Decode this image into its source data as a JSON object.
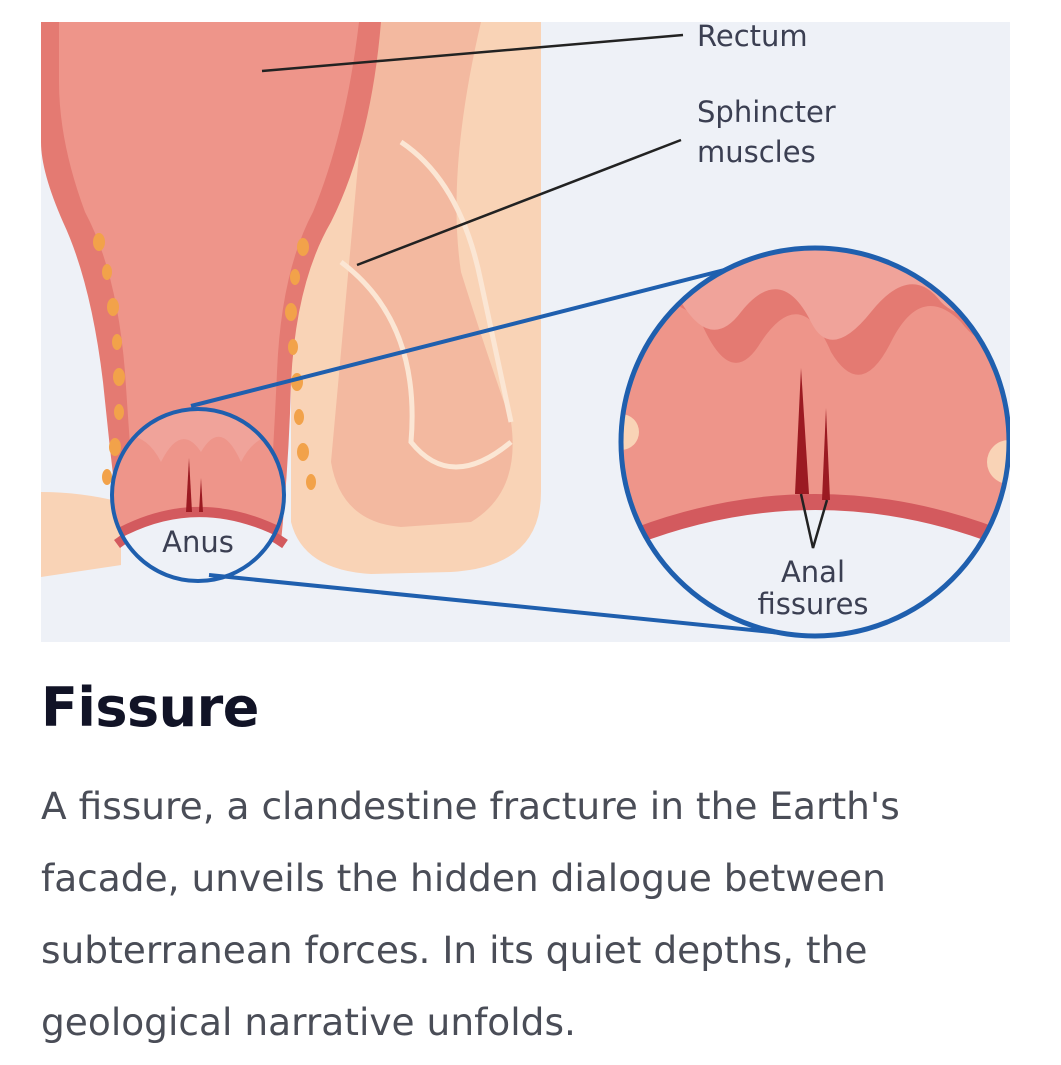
{
  "figure": {
    "labels": {
      "rectum": "Rectum",
      "sphincter_line1": "Sphincter",
      "sphincter_line2": "muscles",
      "anus": "Anus",
      "fissures_line1": "Anal",
      "fissures_line2": "fissures"
    },
    "colors": {
      "background": "#eef1f7",
      "rectum": "#e8827a",
      "sphincter": "#f6c6a5",
      "zoom_outline": "#1f5fae",
      "fissure": "#9b1a22"
    }
  },
  "article": {
    "title": "Fissure",
    "body": "A fissure, a clandestine fracture in the Earth's facade, unveils the hidden dialogue between subterranean forces. In its quiet depths, the geological narrative unfolds."
  }
}
